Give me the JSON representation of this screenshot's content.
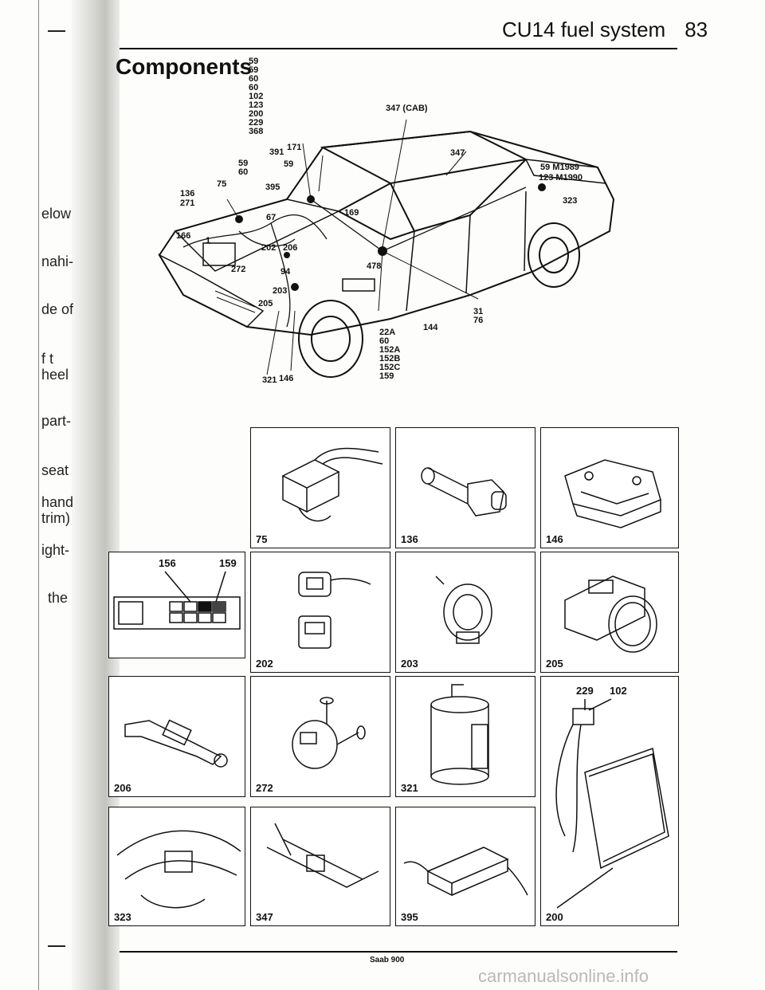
{
  "header": {
    "title": "CU14 fuel system",
    "page_number": "83"
  },
  "section_title": "Components",
  "left_fragments": [
    "elow",
    "nahi-",
    "de of",
    "f t",
    "heel",
    "part-",
    "seat",
    "hand",
    "trim)",
    "ight-",
    "the"
  ],
  "main_diagram": {
    "top_stack": [
      "59",
      "59",
      "60",
      "60",
      "102",
      "123",
      "200",
      "229",
      "368"
    ],
    "bottom_stack": [
      "22A",
      "60",
      "152A",
      "152B",
      "152C",
      "159"
    ],
    "right_stack": [
      "31",
      "76"
    ],
    "labels": {
      "cab": "347 (CAB)",
      "c347": "347",
      "m1989": "59 M1989",
      "m1990": "123 M1990",
      "c323": "323",
      "c391": "391",
      "c171": "171",
      "c59a": "59",
      "c60a": "60",
      "c59b": "59",
      "c75": "75",
      "c395": "395",
      "c136": "136",
      "c271": "271",
      "c67": "67",
      "c169": "169",
      "c166": "166",
      "c1": "1",
      "c202": "202",
      "c206": "206",
      "c272": "272",
      "c94": "94",
      "c203": "203",
      "c205": "205",
      "c478": "478",
      "c144": "144",
      "c321": "321",
      "c146": "146"
    }
  },
  "fuse_panel": {
    "label_a": "156",
    "label_b": "159"
  },
  "component_labels": {
    "c75": "75",
    "c136": "136",
    "c146": "146",
    "c202": "202",
    "c203": "203",
    "c205": "205",
    "c206": "206",
    "c272": "272",
    "c321": "321",
    "c323": "323",
    "c347": "347",
    "c395": "395",
    "c200": "200",
    "c229": "229",
    "c102": "102"
  },
  "footer": "Saab 900",
  "watermark": "carmanualsonline.info"
}
